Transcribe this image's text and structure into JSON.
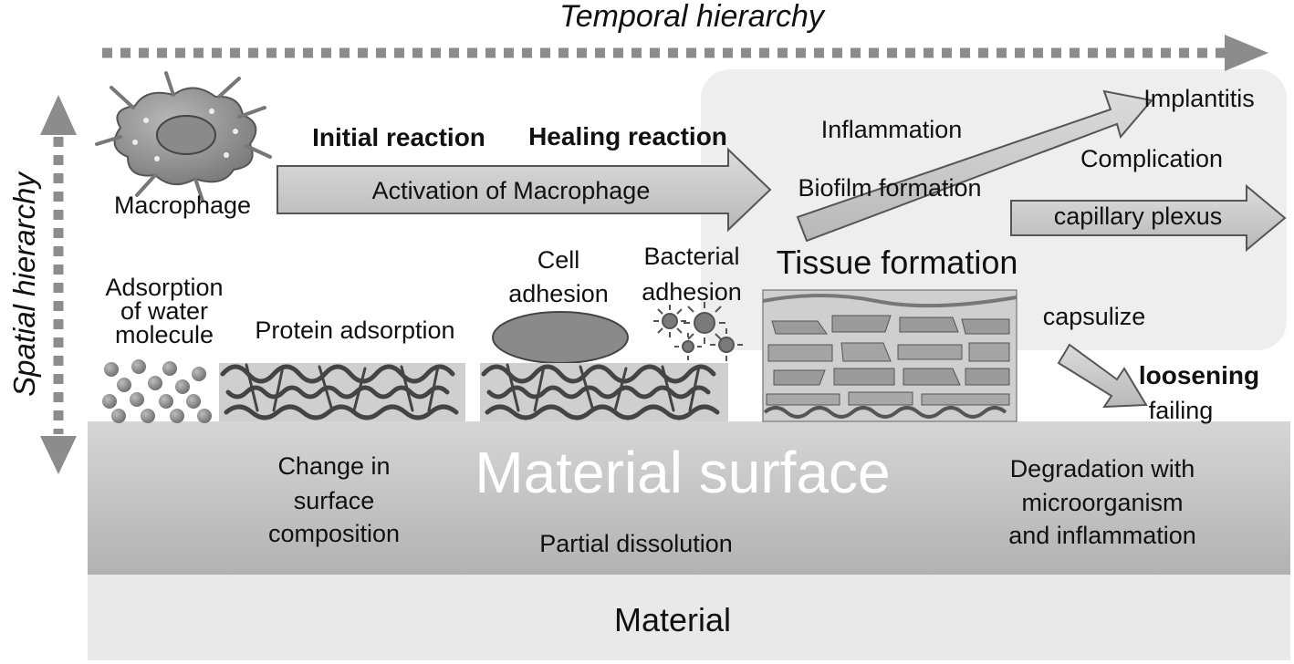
{
  "axes": {
    "temporal": "Temporal hierarchy",
    "spatial": "Spatial hierarchy"
  },
  "macrophage": {
    "label": "Macrophage",
    "activation": "Activation of Macrophage",
    "initial_reaction": "Initial reaction",
    "healing_reaction": "Healing reaction"
  },
  "outcomes": {
    "inflammation": "Inflammation",
    "biofilm": "Biofilm formation",
    "implantitis": "Implantitis",
    "complication": "Complication",
    "capillary": "capillary plexus",
    "tissue_formation": "Tissue formation",
    "capsulize": "capsulize",
    "loosening": "loosening",
    "failing": "failing"
  },
  "surface_events": {
    "water": [
      "Adsorption",
      "of water",
      "molecule"
    ],
    "protein": "Protein adsorption",
    "cell": [
      "Cell",
      "adhesion"
    ],
    "bacteria": [
      "Bacterial",
      "adhesion"
    ]
  },
  "surface": {
    "title": "Material surface",
    "change": [
      "Change in",
      "surface",
      "composition"
    ],
    "dissolution": "Partial dissolution",
    "degradation": [
      "Degradation with",
      "microorganism",
      "and inflammation"
    ]
  },
  "material": {
    "title": "Material"
  },
  "colors": {
    "arrow_fill": "#c8c8c8",
    "arrow_stroke": "#555555",
    "dotted_arrow": "#8c8c8c",
    "panel_bg": "#eeeeee",
    "surface_top": "#d4d4d4",
    "surface_bottom": "#b4b4b4",
    "material_bg": "#e9e9e9"
  }
}
